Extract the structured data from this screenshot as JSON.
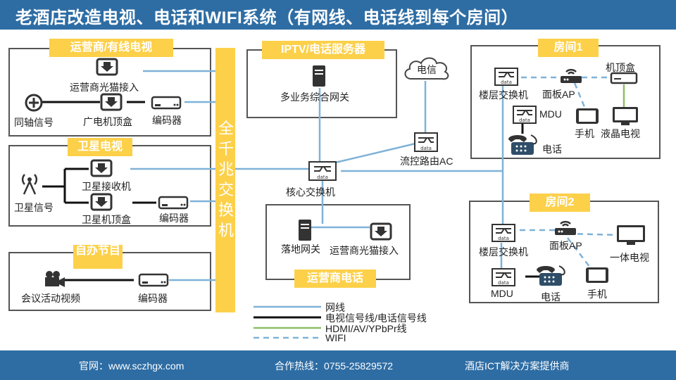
{
  "title": "老酒店改造电视、电话和WIFI系统（有网线、电话线到每个房间）",
  "sections": {
    "operator_tv": {
      "tag": "运营商/有线电视",
      "optical_modem": "运营商光猫接入",
      "coax": "同轴信号",
      "cable_stb": "广电机顶盒",
      "encoder": "编码器"
    },
    "satellite": {
      "tag": "卫星电视",
      "signal": "卫星信号",
      "receiver": "卫星接收机",
      "stb": "卫星机顶盒",
      "encoder": "编码器"
    },
    "self_program": {
      "tag": "自办节目",
      "conference_video": "会议活动视频",
      "encoder": "编码器"
    },
    "core_switch": "全千兆交换机",
    "iptv": {
      "tag": "IPTV/电话服务器",
      "gateway": "多业务综合网关"
    },
    "telecom": "电信",
    "flow_router": "流控路由AC",
    "core": "核心交换机",
    "operator_phone": {
      "tag": "运营商电话",
      "landing_gateway": "落地网关",
      "optical_modem": "运营商光猫接入"
    },
    "room1": {
      "tag": "房间1",
      "floor_switch": "楼层交换机",
      "panel_ap": "面板AP",
      "stb": "机顶盒",
      "mdu": "MDU",
      "phone": "手机",
      "lcd_tv": "液晶电视",
      "tel": "电话"
    },
    "room2": {
      "tag": "房间2",
      "floor_switch": "楼层交换机",
      "panel_ap": "面板AP",
      "all_in_one_tv": "一体电视",
      "mdu": "MDU",
      "tel": "电话",
      "phone": "手机"
    }
  },
  "legend": {
    "network": "网线",
    "tv_phone": "电视信号线/电话信号线",
    "hdmi": "HDMI/AV/YPbPr线",
    "wifi": "WIFI"
  },
  "footer": {
    "website": "官网：www.sczhgx.com",
    "hotline": "合作热线：0755-25829572",
    "slogan": "酒店ICT解决方案提供商"
  },
  "icon_text": {
    "data": "data"
  },
  "colors": {
    "header": "#2e6da4",
    "tag": "#fdd04a",
    "network_line": "#7fb2d8",
    "signal_line": "#111111",
    "hdmi_line": "#8cc063",
    "wifi_line": "#7fb2d8"
  }
}
